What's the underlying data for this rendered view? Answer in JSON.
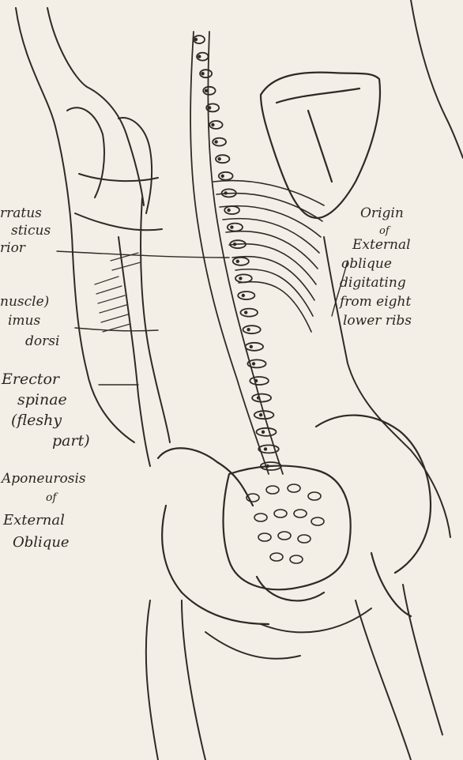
{
  "labels": {
    "serratus_l1": "rratus",
    "serratus_l2": "sticus",
    "serratus_l3": "rior",
    "muscle": "nuscle)",
    "latissimus_l1": "imus",
    "latissimus_l2": "dorsi",
    "erector_l1": "Erector",
    "erector_l2": "spinae",
    "erector_l3": "(fleshy",
    "erector_l4": "part)",
    "apon_l1": "Aponeurosis",
    "apon_l2": "of",
    "apon_l3": "External",
    "apon_l4": "Oblique",
    "origin_l1": "Origin",
    "origin_l2": "of",
    "origin_l3": "External",
    "origin_l4": "oblique",
    "origin_l5": "digitating",
    "origin_l6": "from eight",
    "origin_l7": "lower ribs"
  },
  "colors": {
    "paper": "#f3efe6",
    "ink": "#2e2a26"
  }
}
